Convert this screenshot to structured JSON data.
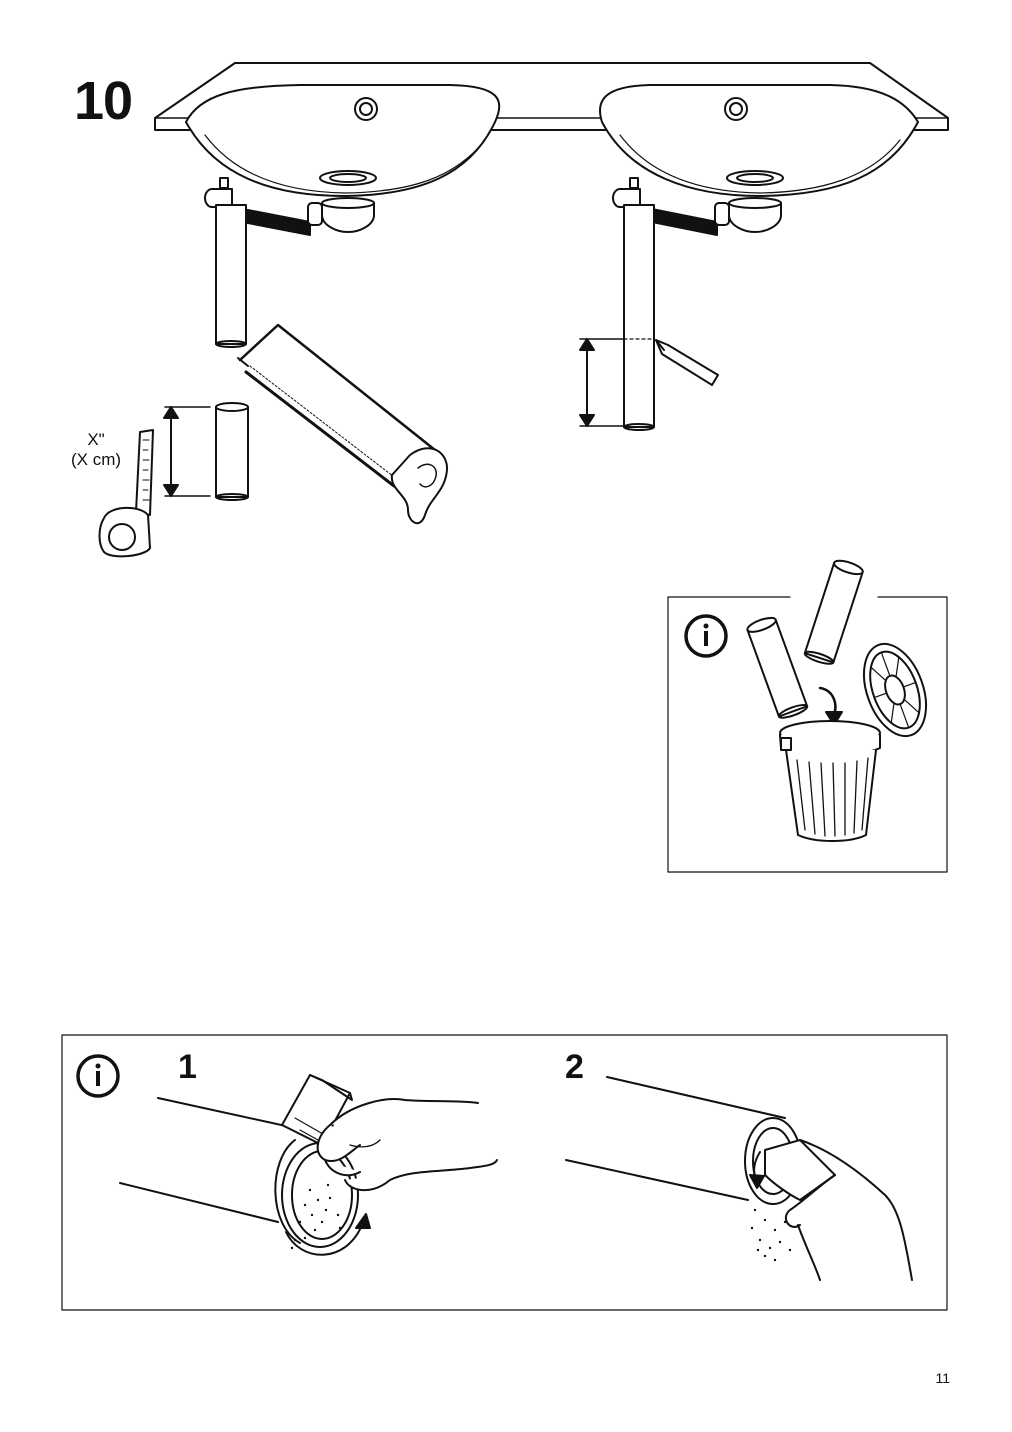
{
  "step": {
    "number": "10"
  },
  "measure": {
    "inches": "X\"",
    "cm": "(X cm)"
  },
  "info_boxes": [
    {
      "icon": "info-icon",
      "content": "discard-cut-pipe-pieces"
    },
    {
      "icon": "info-icon",
      "steps": [
        {
          "number": "1"
        },
        {
          "number": "2"
        }
      ]
    }
  ],
  "page": {
    "number": "11"
  }
}
